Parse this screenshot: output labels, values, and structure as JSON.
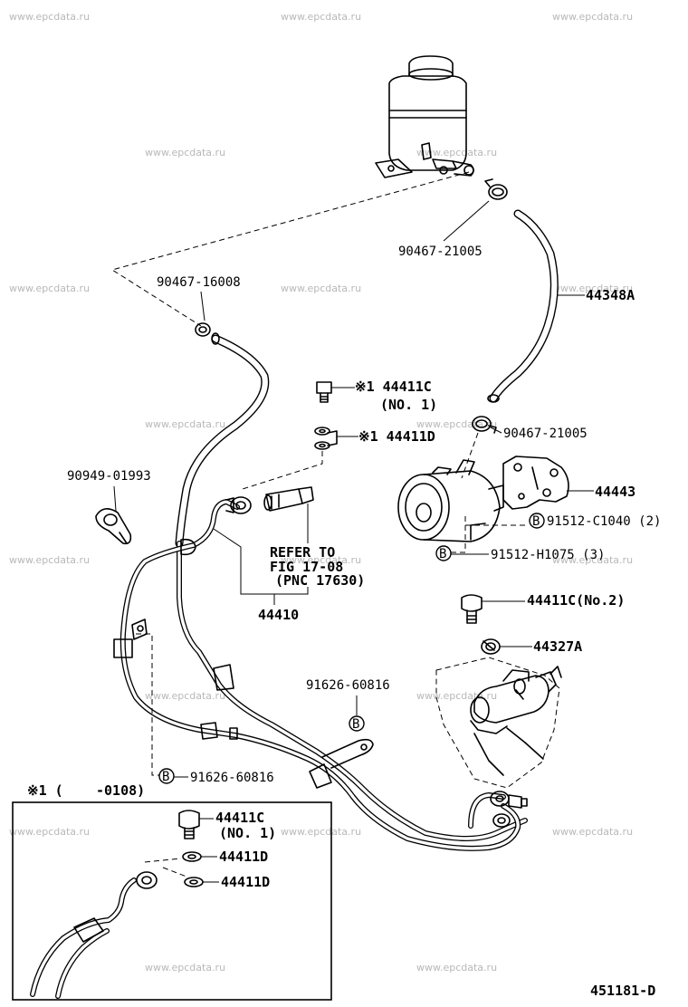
{
  "watermark": "www.epcdata.ru",
  "labels": {
    "clamp_top": "90467-21005",
    "hose_return": "44348A",
    "clamp_left": "90467-16008",
    "bolt_union_label": "※1 44411C",
    "bolt_union_sub": "(NO. 1)",
    "gasket_label": "※1 44411D",
    "clip_left": "90949-01993",
    "clamp_pump": "90467-21005",
    "bracket": "44443",
    "bolt_pump_bracket": "91512-C1040 (2)",
    "bolt_pump": "91512-H1075 (3)",
    "refer_line1": "REFER TO",
    "refer_line2": "FIG 17-08",
    "refer_line3": "(PNC 17630)",
    "pressure_tube": "44410",
    "union_bolt_no2": "44411C(No.2)",
    "gasket_no2": "44327A",
    "bolt_clamp_upper": "91626-60816",
    "bolt_clamp_lower": "91626-60816",
    "inset_header_mark": "※1 (",
    "inset_header_code": "-0108)",
    "inset_bolt": "44411C",
    "inset_bolt_sub": "(NO. 1)",
    "inset_gasket_1": "44411D",
    "inset_gasket_2": "44411D",
    "diagram_code": "451181-D",
    "b_symbol": "B"
  }
}
